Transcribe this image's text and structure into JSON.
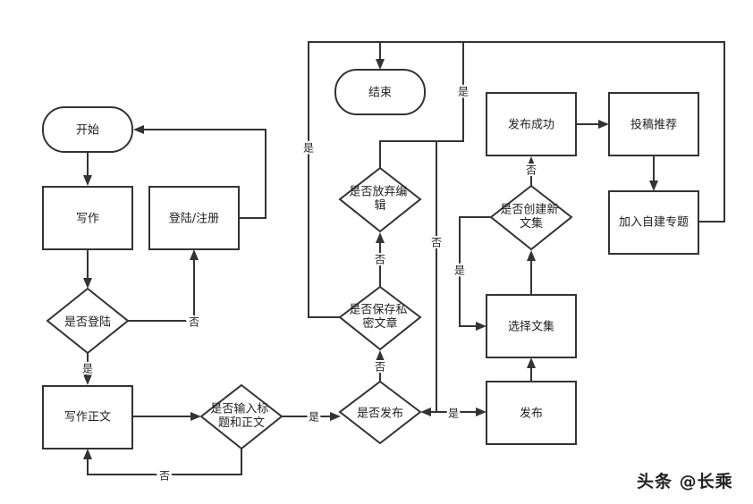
{
  "nodes": {
    "start": "开始",
    "write": "写作",
    "login_register": "登陆/注册",
    "is_logged_in": [
      "是否登陆"
    ],
    "write_body": "写作正文",
    "has_title_body": [
      "是否输入标",
      "题和正文"
    ],
    "is_publish": [
      "是否发布"
    ],
    "is_save_private": [
      "是否保存私",
      "密文章"
    ],
    "is_abandon_edit": [
      "是否放弃编",
      "辑"
    ],
    "end": "结束",
    "publish": "发布",
    "select_collection": "选择文集",
    "is_create_collection": [
      "是否创建新",
      "文集"
    ],
    "publish_success": "发布成功",
    "submit_recommend": "投稿推荐",
    "join_topic": "加入自建专题"
  },
  "edge_labels": {
    "yes": "是",
    "no": "否"
  },
  "colors": {
    "stroke": "#333333",
    "fill": "#ffffff",
    "text": "#222222"
  },
  "watermark": "头条 @长乘"
}
